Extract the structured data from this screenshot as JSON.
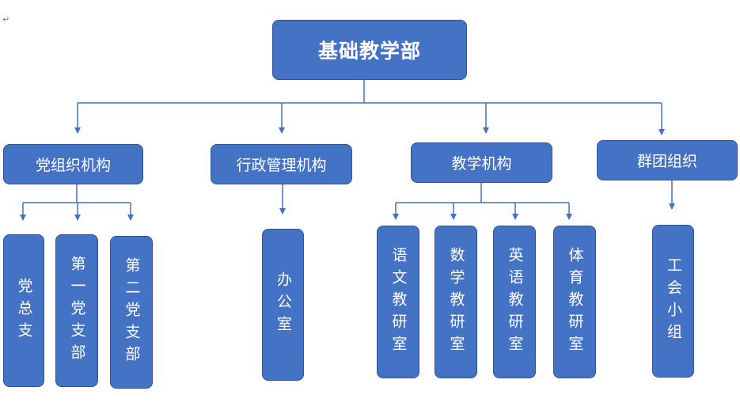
{
  "colors": {
    "box_fill": "#4472c4",
    "box_border": "#2f5597",
    "connector": "#4472c4",
    "text": "#ffffff"
  },
  "root": {
    "label": "基础教学部"
  },
  "branches": [
    {
      "id": "party",
      "label": "党组织机构",
      "children": [
        "党总支",
        "第一党支部",
        "第二党支部"
      ]
    },
    {
      "id": "admin",
      "label": "行政管理机构",
      "children": [
        "办公室"
      ]
    },
    {
      "id": "teaching",
      "label": "教学机构",
      "children": [
        "语文教研室",
        "数学教研室",
        "英语教研室",
        "体育教研室"
      ]
    },
    {
      "id": "mass",
      "label": "群团组织",
      "children": [
        "工会小组"
      ]
    }
  ],
  "paragraph_mark": "↵"
}
